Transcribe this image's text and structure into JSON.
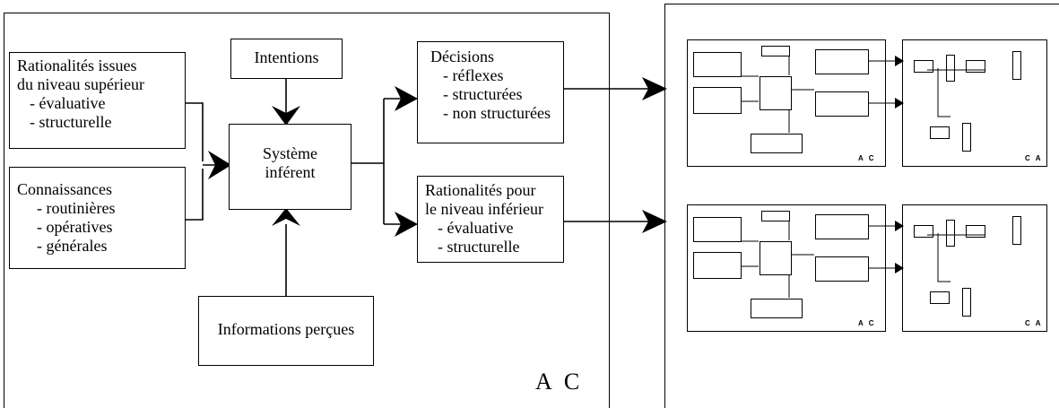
{
  "left_panel": {
    "label": "A C",
    "rationalites_sup": {
      "title_1": "Rationalités issues",
      "title_2": "du niveau supérieur",
      "items": [
        "- évaluative",
        "- structurelle"
      ]
    },
    "connaissances": {
      "title": "Connaissances",
      "items": [
        "- routinières",
        "- opératives",
        "- générales"
      ]
    },
    "intentions": "Intentions",
    "systeme": {
      "line1": "Système",
      "line2": "inférent"
    },
    "informations": "Informations perçues",
    "decisions": {
      "title": "Décisions",
      "items": [
        "- réflexes",
        "- structurées",
        "- non structurées"
      ]
    },
    "rationalites_inf": {
      "title_1": "Rationalités pour",
      "title_2": "le niveau inférieur",
      "items": [
        "- évaluative",
        "- structurelle"
      ]
    }
  },
  "right_panel": {
    "rows": [
      {
        "ac_label": "A C",
        "ca_label": "C A"
      },
      {
        "ac_label": "A C",
        "ca_label": "C A"
      }
    ]
  },
  "colors": {
    "stroke": "#000000",
    "background": "#ffffff"
  }
}
